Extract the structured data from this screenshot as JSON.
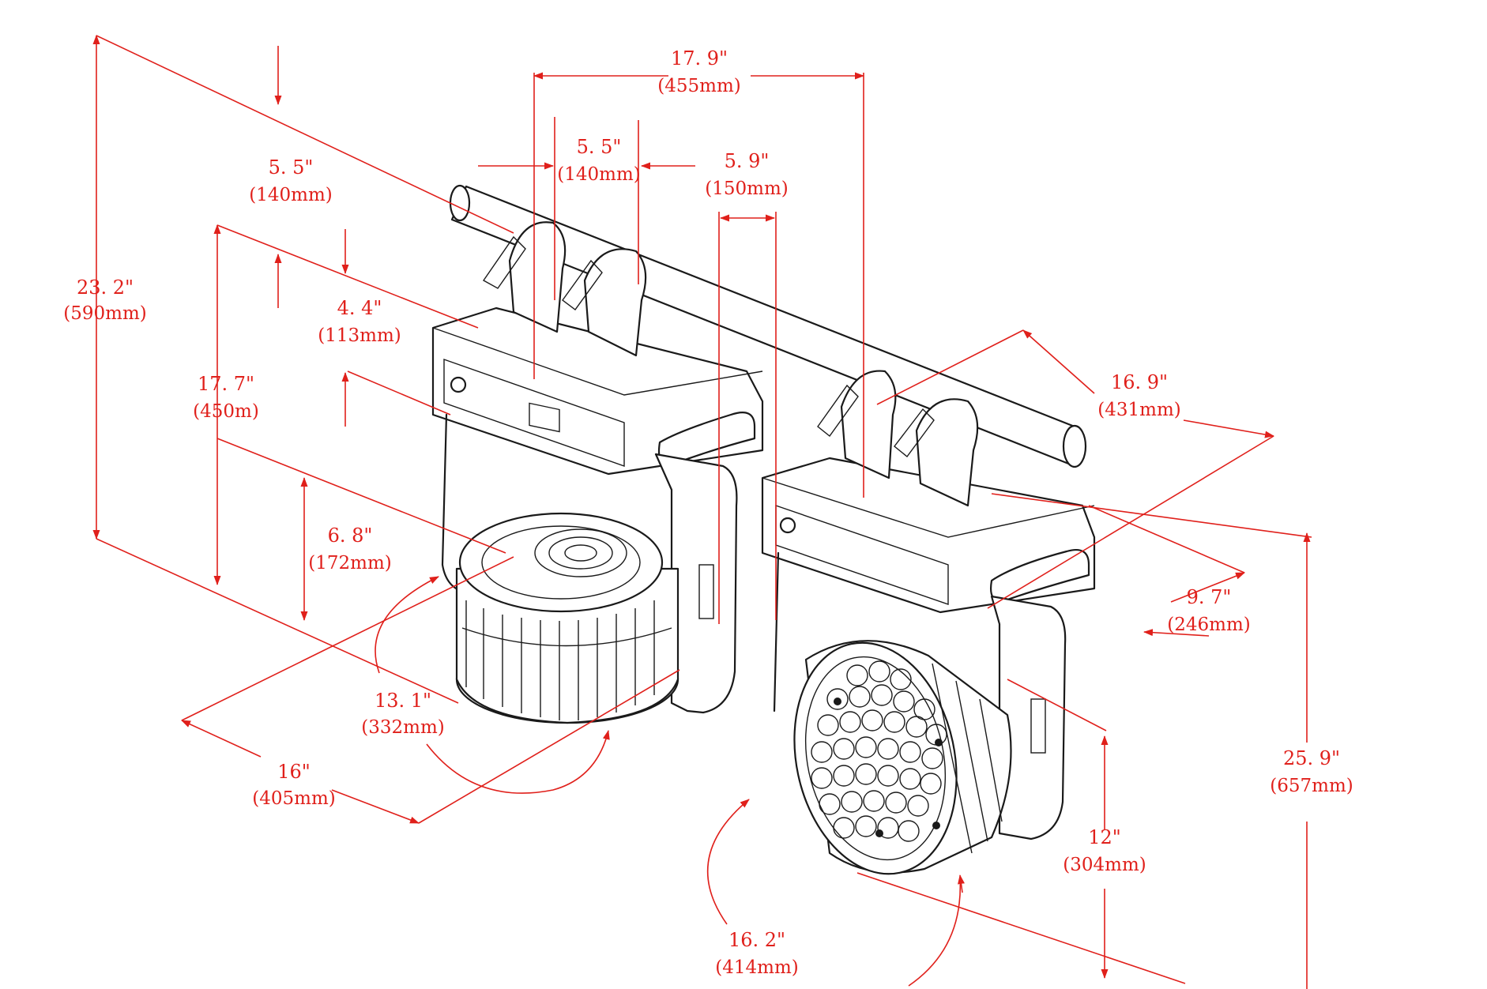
{
  "colors": {
    "dimension": "#e0201b",
    "outline": "#1a1a1a",
    "background": "#ffffff"
  },
  "dimensions": {
    "overall_height": {
      "in": "23. 2\"",
      "mm": "(590mm)"
    },
    "clamp_spacing_left": {
      "in": "5. 5\"",
      "mm": "(140mm)"
    },
    "clamp_spacing_mid": {
      "in": "5. 5\"",
      "mm": "(140mm)"
    },
    "overall_width": {
      "in": "17. 9\"",
      "mm": "(455mm)"
    },
    "yoke_offset": {
      "in": "5. 9\"",
      "mm": "(150mm)"
    },
    "base_height": {
      "in": "4. 4\"",
      "mm": "(113mm)"
    },
    "body_height": {
      "in": "17. 7\"",
      "mm": "(450m)"
    },
    "head_height": {
      "in": "6. 8\"",
      "mm": "(172mm)"
    },
    "head_diameter": {
      "in": "13. 1\"",
      "mm": "(332mm)"
    },
    "base_width": {
      "in": "16\"",
      "mm": "(405mm)"
    },
    "base_depth": {
      "in": "16. 9\"",
      "mm": "(431mm)"
    },
    "yoke_depth": {
      "in": "9. 7\"",
      "mm": "(246mm)"
    },
    "total_height_tilted": {
      "in": "25. 9\"",
      "mm": "(657mm)"
    },
    "lens_offset": {
      "in": "12\"",
      "mm": "(304mm)"
    },
    "tilt_radius": {
      "in": "16. 2\"",
      "mm": "(414mm)"
    }
  }
}
